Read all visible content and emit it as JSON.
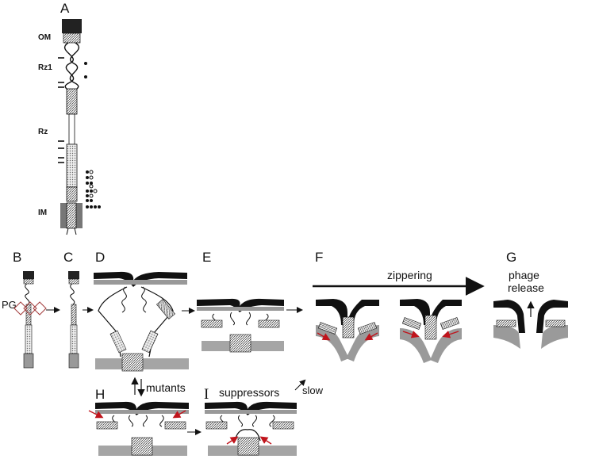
{
  "panels": {
    "A": "A",
    "B": "B",
    "C": "C",
    "D": "D",
    "E": "E",
    "F": "F",
    "G": "G",
    "H": "H",
    "I": "I"
  },
  "labels": {
    "om": "OM",
    "rz1": "Rz1",
    "rz": "Rz",
    "im": "IM",
    "pg": "PG"
  },
  "annotations": {
    "zippering": "zippering",
    "phage_line1": "phage",
    "phage_line2": "release",
    "mutants": "mutants",
    "suppressors": "suppressors",
    "slow": "slow"
  },
  "colors": {
    "outer_membrane": "#111111",
    "membrane_gray": "#9a9a9a",
    "membrane_light": "#b8b8b8",
    "pg_lattice": "#a23b3b",
    "arrow_red": "#c0141c"
  }
}
